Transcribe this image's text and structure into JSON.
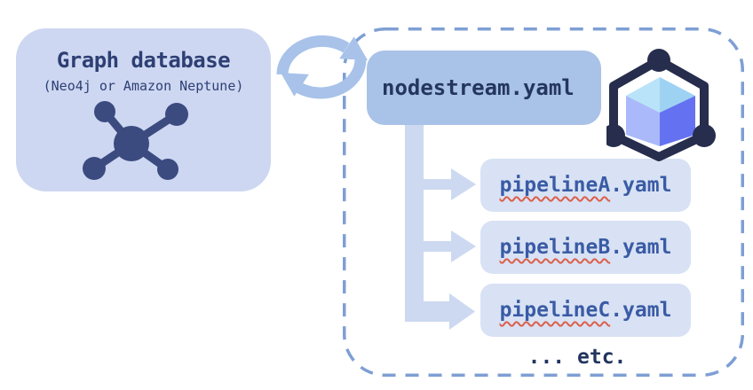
{
  "diagram_title": "nodestream project structure diagram",
  "graph_database": {
    "title": "Graph database",
    "subtitle": "(Neo4j or Amazon Neptune)",
    "icon": "graph-network-icon",
    "bg_color": "#cdd7f1",
    "text_color": "#2e3f74"
  },
  "sync": {
    "icon": "sync-arrows-icon",
    "color": "#a8c2e9",
    "meaning": "bidirectional data flow between graph database and nodestream project"
  },
  "project": {
    "border_color": "#7e9fd4",
    "border_style": "dashed",
    "config_file": {
      "label": "nodestream.yaml",
      "bg_color": "#a9c2e7",
      "text_color": "#24365f"
    },
    "logo_icon": "nodestream-cube-icon",
    "arrow_color": "#ccd9f0",
    "pipelines": [
      {
        "name": "pipelineA",
        "ext": ".yaml"
      },
      {
        "name": "pipelineB",
        "ext": ".yaml"
      },
      {
        "name": "pipelineC",
        "ext": ".yaml"
      }
    ],
    "pipeline_bg_color": "#d8e2f4",
    "pipeline_text_color": "#3a5ba5",
    "squiggle_color": "#dd5f4a",
    "etc_label": "... etc."
  }
}
